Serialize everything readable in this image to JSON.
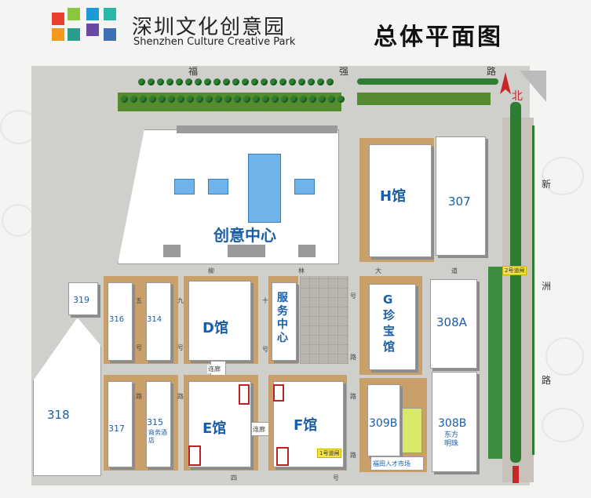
{
  "header": {
    "logo_alt": "深圳文化创意园 logo",
    "park_name_cn": "深圳文化创意园",
    "park_name_en": "Shenzhen Culture Creative Park",
    "map_title": "总体平面图"
  },
  "compass": {
    "label": "北"
  },
  "roads": {
    "north": [
      "福",
      "强",
      "路"
    ],
    "east": [
      "新",
      "洲",
      "路"
    ],
    "avenue": [
      "柳",
      "林",
      "大",
      "道"
    ],
    "south": [
      "四",
      "号"
    ],
    "road5": [
      "五",
      "号"
    ],
    "road9": [
      "九",
      "号"
    ],
    "road10": [
      "十",
      "号"
    ],
    "road_lu": [
      "路",
      "路"
    ],
    "road_hao2": [
      "号",
      "号"
    ],
    "road_lu2": [
      "路"
    ],
    "road_lu3": [
      "路",
      "路"
    ]
  },
  "gates": {
    "gate1": "1号道闸",
    "gate2": "2号道闸"
  },
  "buildings": {
    "creative_center": "创意中心",
    "h": "H馆",
    "b307": "307",
    "b319": "319",
    "b316": "316",
    "b314": "314",
    "d": "D馆",
    "service": "服务中心",
    "g": "G珍宝馆",
    "b308a": "308A",
    "b318": "318",
    "b317": "317",
    "b315": "315",
    "b315_sub": "商务酒店",
    "e": "E馆",
    "f": "F馆",
    "b309b": "309B",
    "talent_market": "福田人才市场",
    "b308b": "308B",
    "b308b_sub": "东方明珠"
  },
  "links": {
    "corridor1": "连廊",
    "corridor2": "连廊"
  },
  "colors": {
    "label_blue": "#1a5ea8",
    "tree_green": "#2e7d32",
    "paving": "#c9a06a",
    "compass_red": "#c62828",
    "gate_yellow": "#f3e24a"
  }
}
